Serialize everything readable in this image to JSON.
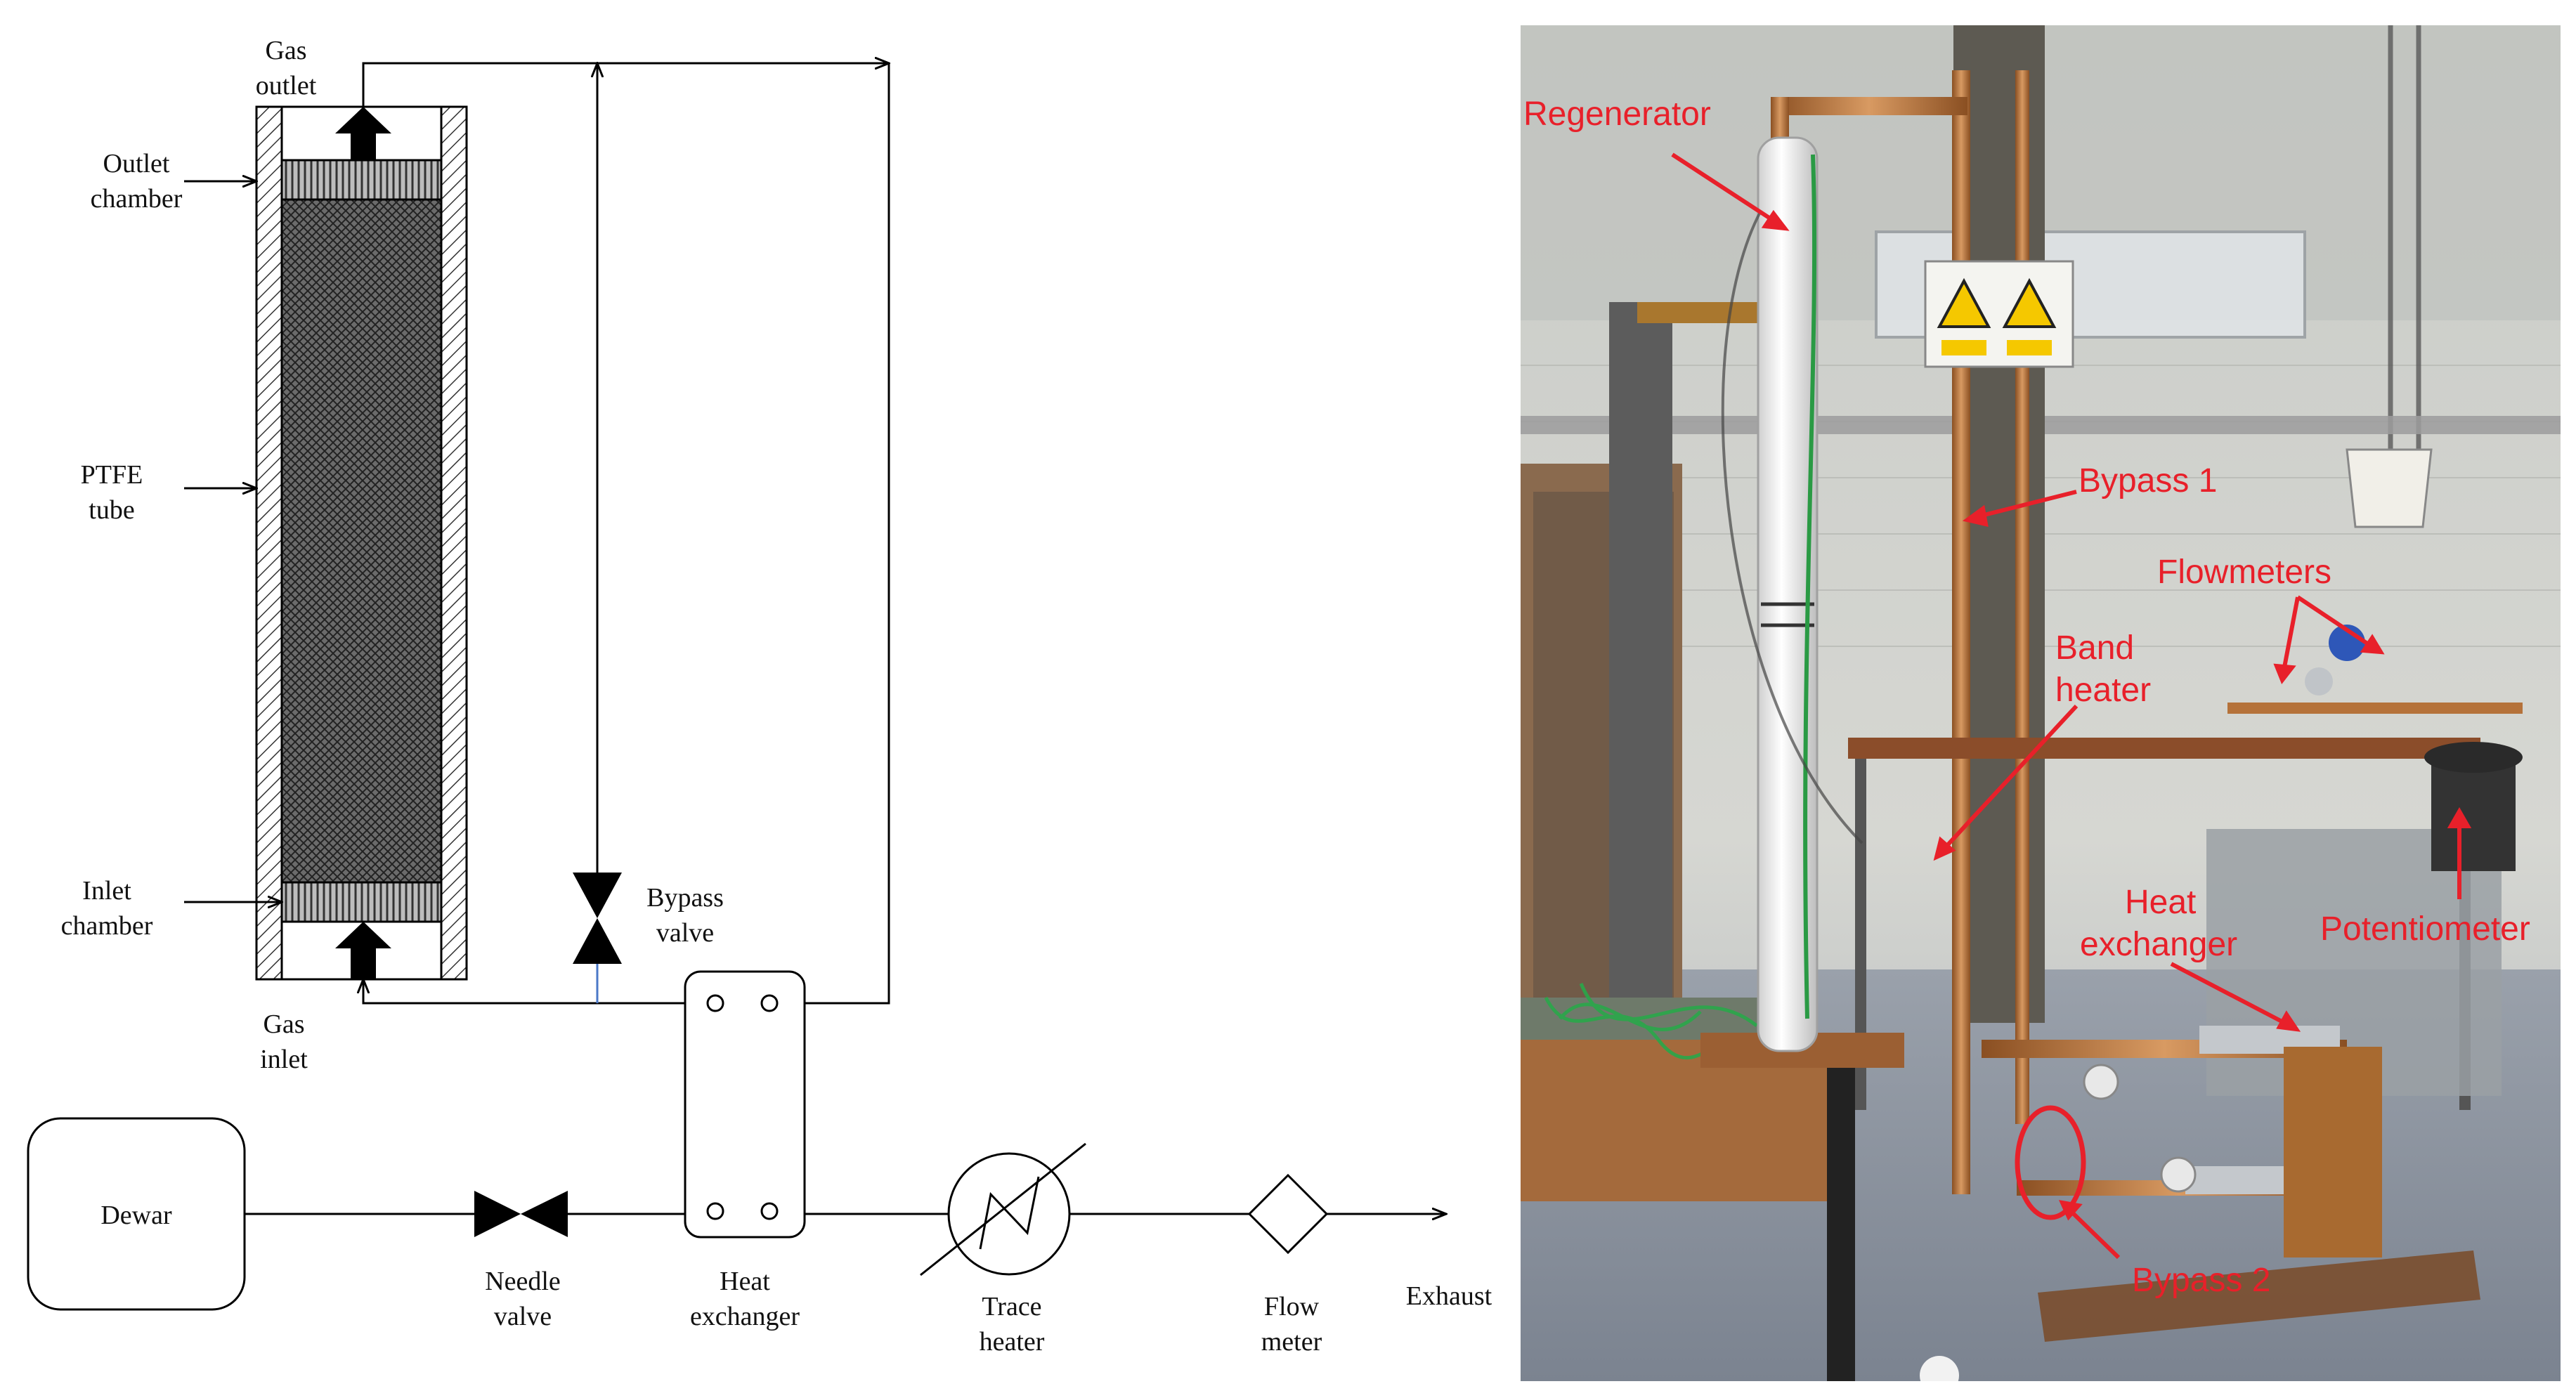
{
  "schematic": {
    "labels": {
      "gas_outlet": [
        "Gas",
        "outlet"
      ],
      "outlet_chamber": [
        "Outlet",
        "chamber"
      ],
      "ptfe_tube": [
        "PTFE",
        "tube"
      ],
      "inlet_chamber": [
        "Inlet",
        "chamber"
      ],
      "gas_inlet": [
        "Gas",
        "inlet"
      ],
      "bypass_valve": [
        "Bypass",
        "valve"
      ],
      "dewar": "Dewar",
      "needle_valve": [
        "Needle",
        "valve"
      ],
      "heat_exchanger": [
        "Heat",
        "exchanger"
      ],
      "trace_heater": [
        "Trace",
        "heater"
      ],
      "flow_meter": [
        "Flow",
        "meter"
      ],
      "exhaust": "Exhaust"
    },
    "colors": {
      "line": "#000000",
      "hatch": "#333333",
      "bypass_tap": "#4a78c8"
    }
  },
  "photo": {
    "annotations": {
      "regenerator": "Regenerator",
      "bypass1": "Bypass 1",
      "flowmeters": "Flowmeters",
      "band_heater": [
        "Band",
        "heater"
      ],
      "heat_exchanger": [
        "Heat",
        "exchanger"
      ],
      "potentiometer": "Potentiometer",
      "bypass2": "Bypass 2"
    },
    "warning_sign_icons": [
      "warning-triangle-icon",
      "warning-triangle-icon"
    ],
    "colors": {
      "annotation": "#e8202a",
      "copper": "#b5723a",
      "regenerator": "#f2f2f2",
      "floor": "#8c94a3",
      "wall": "#d9d9d6"
    }
  }
}
